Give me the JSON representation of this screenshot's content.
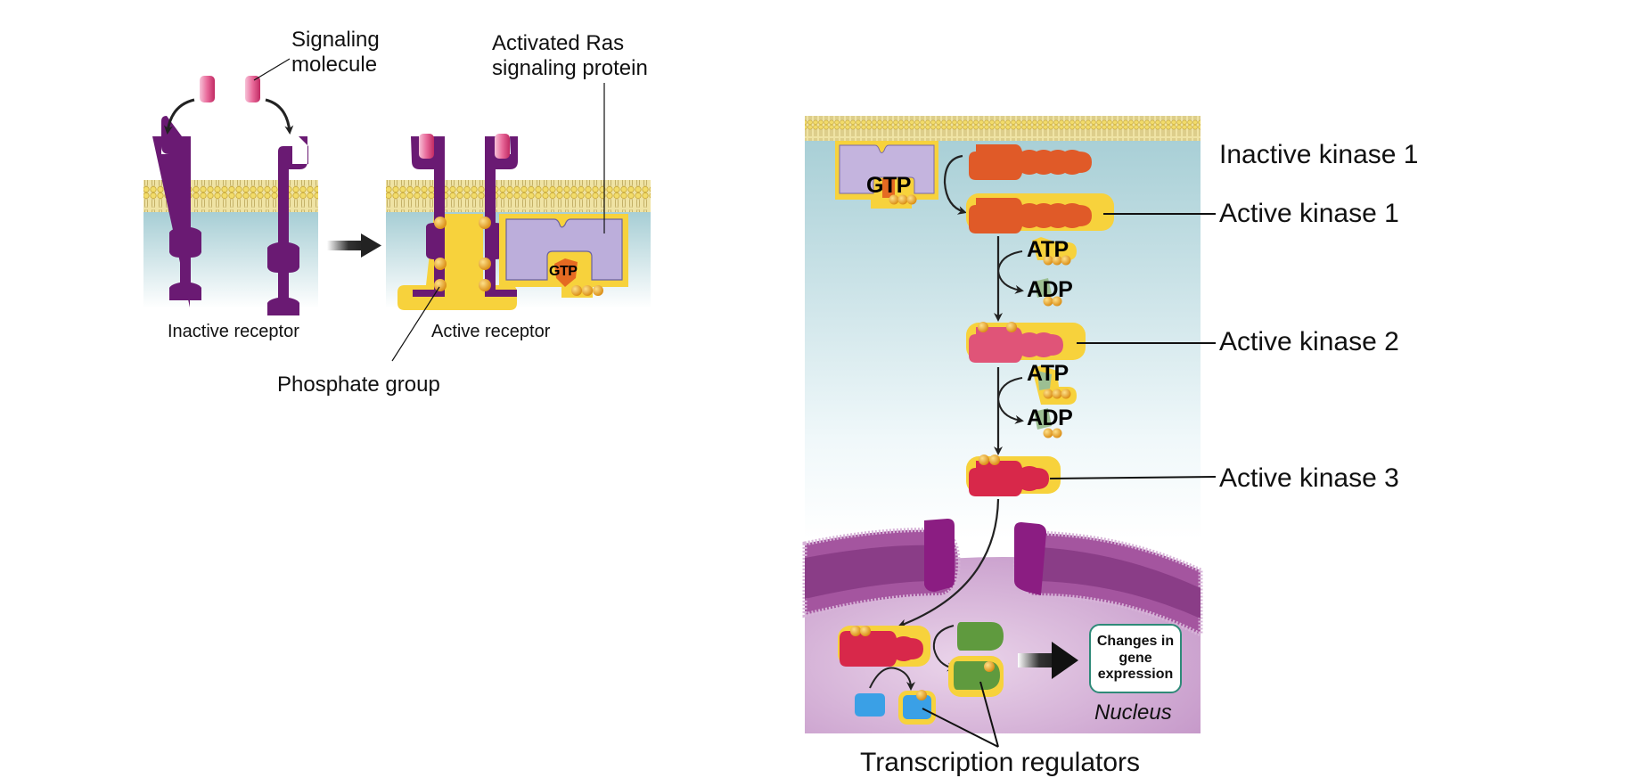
{
  "left_panel": {
    "signaling_molecule_label": [
      "Signaling",
      "molecule"
    ],
    "ras_label": [
      "Activated Ras",
      "signaling protein"
    ],
    "inactive_receptor_label": "Inactive receptor",
    "active_receptor_label": "Active receptor",
    "phosphate_group_label": "Phosphate group",
    "gtp_label": "GTP"
  },
  "right_panel": {
    "gtp_label": "GTP",
    "kinase_labels": [
      "Inactive kinase 1",
      "Active kinase 1",
      "Active kinase 2",
      "Active kinase 3"
    ],
    "atp_label": "ATP",
    "adp_label": "ADP",
    "gene_expression_label": "Changes in gene expression",
    "nucleus_label": "Nucleus",
    "transcription_regulators_label": "Transcription regulators"
  },
  "colors": {
    "receptor": "#6a1a73",
    "membrane": "#e9d77e",
    "cytosol_top": "#a9d0d6",
    "ras": "#bcaedb",
    "phosphate": "#f0a020",
    "halo": "#f7d23c",
    "kinase1": "#e05a28",
    "kinase2": "#e05478",
    "kinase3": "#d8284a",
    "nucleus": "#c89ac8",
    "gene_box_border": "#2e8a78"
  }
}
